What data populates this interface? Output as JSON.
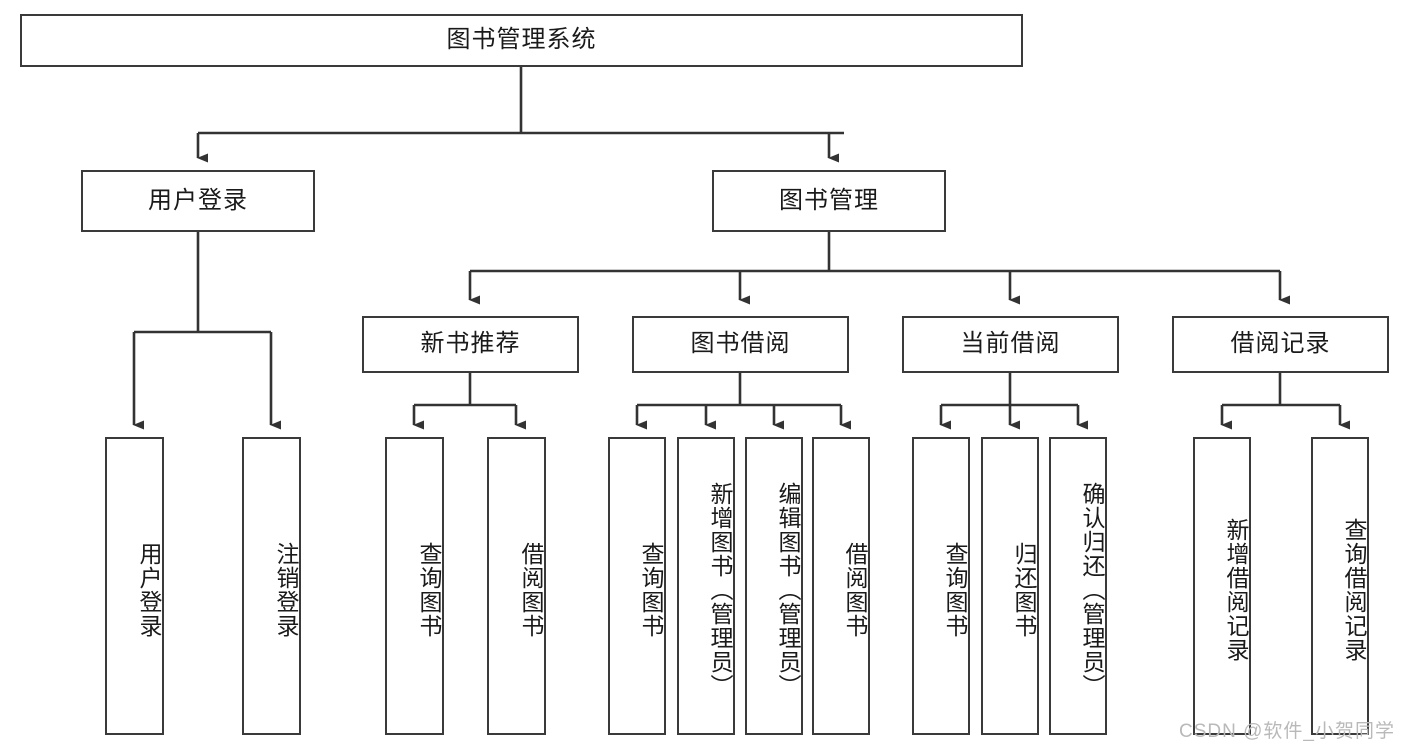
{
  "diagram": {
    "type": "tree-hierarchy",
    "title": "图书管理系统",
    "watermark": "CSDN @软件_小贺同学",
    "colors": {
      "box_border": "#3a3a3a",
      "box_fill": "#ffffff",
      "connector": "#333333",
      "text": "#1a1a1a",
      "watermark": "#b9b9b9",
      "background": "#ffffff"
    },
    "nodes": {
      "root": {
        "label": "图书管理系统"
      },
      "level2": [
        {
          "label": "用户登录"
        },
        {
          "label": "图书管理"
        }
      ],
      "level3": [
        {
          "label": "新书推荐"
        },
        {
          "label": "图书借阅"
        },
        {
          "label": "当前借阅"
        },
        {
          "label": "借阅记录"
        }
      ],
      "leaves": {
        "user_login": [
          {
            "label": "用户登录"
          },
          {
            "label": "注销登录"
          }
        ],
        "new_book_recommend": [
          {
            "label": "查询图书"
          },
          {
            "label": "借阅图书"
          }
        ],
        "book_borrow": [
          {
            "label": "查询图书"
          },
          {
            "label": "新增图书（管理员）"
          },
          {
            "label": "编辑图书（管理员）"
          },
          {
            "label": "借阅图书"
          }
        ],
        "current_borrow": [
          {
            "label": "查询图书"
          },
          {
            "label": "归还图书"
          },
          {
            "label": "确认归还（管理员）"
          }
        ],
        "borrow_record": [
          {
            "label": "新增借阅记录"
          },
          {
            "label": "查询借阅记录"
          }
        ]
      }
    }
  }
}
